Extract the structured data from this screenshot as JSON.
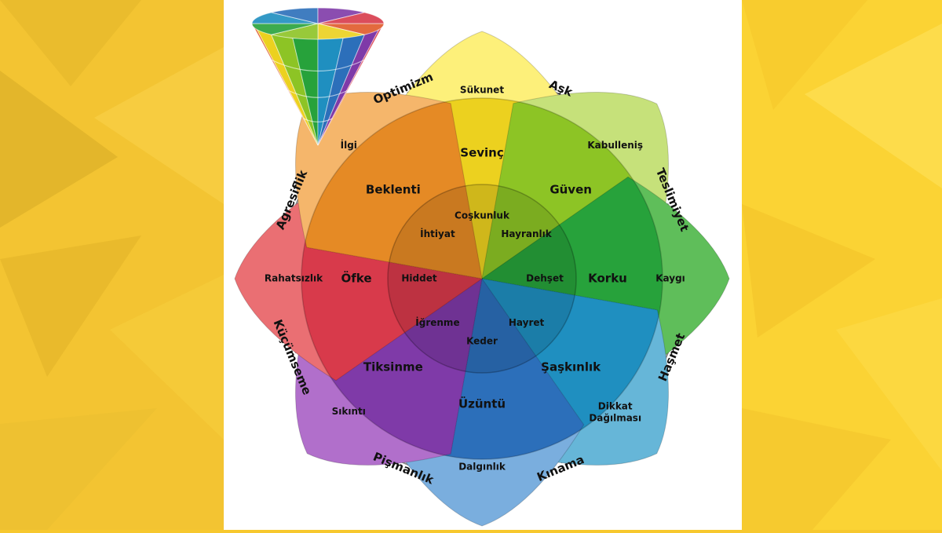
{
  "petals": [
    {
      "key": "yellow",
      "color": "#ecd11f",
      "light": "#fdf07a",
      "primary": "Sevinç",
      "mild": "Sükunet",
      "intense": "Coşkunluk"
    },
    {
      "key": "lightgreen",
      "color": "#8dc425",
      "light": "#c6e17a",
      "primary": "Güven",
      "mild": "Kabulleniş",
      "intense": "Hayranlık"
    },
    {
      "key": "green",
      "color": "#27a23b",
      "light": "#5fbe5a",
      "primary": "Korku",
      "mild": "Kaygı",
      "intense": "Dehşet"
    },
    {
      "key": "teal",
      "color": "#1f8fc0",
      "light": "#66b6d8",
      "primary": "Şaşkınlık",
      "mild": "Dikkat Dağılması",
      "intense": "Hayret"
    },
    {
      "key": "blue",
      "color": "#2c6fba",
      "light": "#7aaede",
      "primary": "Üzüntü",
      "mild": "Dalgınlık",
      "intense": "Keder"
    },
    {
      "key": "purple",
      "color": "#7f3aa8",
      "light": "#b16fcb",
      "primary": "Tiksinme",
      "mild": "Sıkıntı",
      "intense": "İğrenme"
    },
    {
      "key": "red",
      "color": "#d83a4b",
      "light": "#ea6f73",
      "primary": "Öfke",
      "mild": "Rahatsızlık",
      "intense": "Hiddet"
    },
    {
      "key": "orange",
      "color": "#e58a25",
      "light": "#f5b66b",
      "primary": "Beklenti",
      "mild": "İlgi",
      "intense": "İhtiyat"
    }
  ],
  "dyads": [
    "Aşk",
    "Teslimiyet",
    "Haşmet",
    "Kınama",
    "Pişmanlık",
    "Küçümseme",
    "Agresiflik",
    "Optimizm"
  ],
  "cone": {
    "colors": [
      "#e05a2a",
      "#ecd11f",
      "#8dc425",
      "#27a23b",
      "#1f8fc0",
      "#2c6fba",
      "#7f3aa8",
      "#d83a4b"
    ]
  }
}
